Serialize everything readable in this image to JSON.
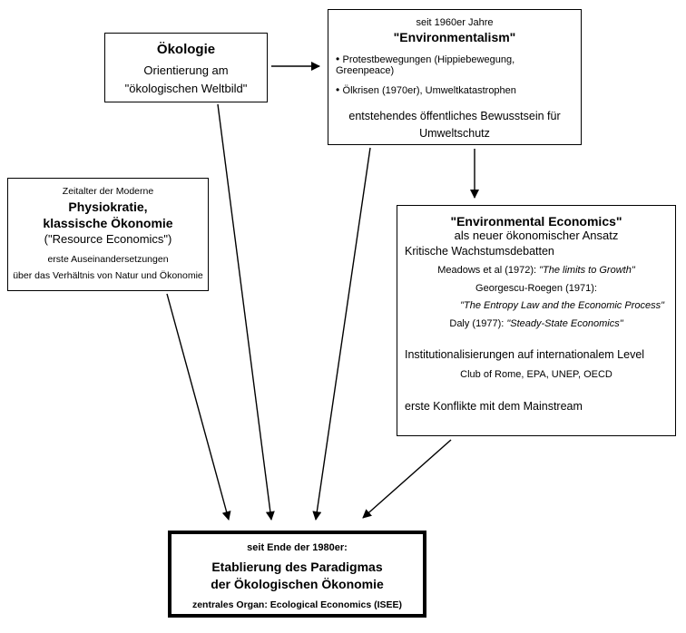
{
  "boxes": {
    "oekologie": {
      "title": "Ökologie",
      "line1": "Orientierung am",
      "line2": "\"ökologischen Weltbild\""
    },
    "environmentalism": {
      "period": "seit 1960er Jahre",
      "title": "\"Environmentalism\"",
      "bullets": [
        "Protestbewegungen (Hippiebewegung, Greenpeace)",
        "Ölkrisen (1970er), Umweltkatastrophen"
      ],
      "footer1": "entstehendes öffentliches Bewusstsein für",
      "footer2": "Umweltschutz"
    },
    "physiokratie": {
      "period": "Zeitalter der Moderne",
      "title1": "Physiokratie,",
      "title2": "klassische Ökonomie",
      "subtitle": "(\"Resource Economics\")",
      "line1": "erste Auseinandersetzungen",
      "line2": "über das Verhältnis von Natur und Ökonomie"
    },
    "env_economics": {
      "title": "\"Environmental Economics\"",
      "subtitle": "als neuer ökonomischer Ansatz",
      "section1": "Kritische Wachstumsdebatten",
      "cite1_prefix": "Meadows et al (1972): ",
      "cite1_title": "\"The limits to Growth\"",
      "cite2_line1": "Georgescu-Roegen (1971):",
      "cite2_title": "\"The Entropy Law and the Economic Process\"",
      "cite3_prefix": "Daly (1977): ",
      "cite3_title": "\"Steady-State Economics\"",
      "section2": "Institutionalisierungen auf internationalem Level",
      "orgs": "Club of Rome, EPA, UNEP, OECD",
      "section3": "erste Konflikte mit dem Mainstream"
    },
    "etablierung": {
      "period": "seit Ende der 1980er:",
      "title1": "Etablierung des Paradigmas",
      "title2": "der Ökologischen Ökonomie",
      "footer": "zentrales Organ: Ecological Economics (ISEE)"
    }
  },
  "colors": {
    "ink": "#000000",
    "background": "#ffffff"
  }
}
